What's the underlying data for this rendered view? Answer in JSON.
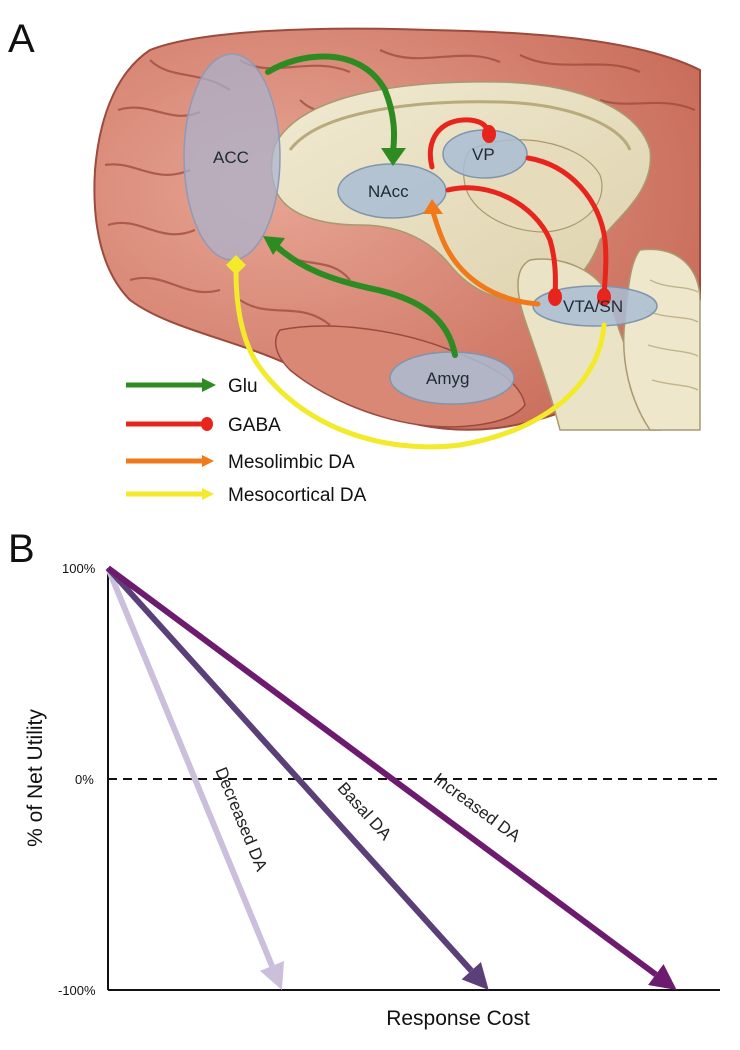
{
  "panel_a": {
    "label": "A",
    "regions": {
      "acc": "ACC",
      "nacc": "NAcc",
      "vp": "VP",
      "vta": "VTA/SN",
      "amyg": "Amyg"
    },
    "legend": [
      {
        "label": "Glu",
        "color": "#2e8b22",
        "head": "arrow"
      },
      {
        "label": "GABA",
        "color": "#e8251c",
        "head": "dot"
      },
      {
        "label": "Mesolimbic DA",
        "color": "#f07a1a",
        "head": "arrow"
      },
      {
        "label": "Mesocortical DA",
        "color": "#f2ea2a",
        "head": "arrow"
      }
    ]
  },
  "panel_b": {
    "label": "B",
    "chart_data": {
      "type": "line",
      "xlabel": "Response Cost",
      "ylabel": "% of Net Utility",
      "yticks": [
        "100%",
        "0%",
        "-100%"
      ],
      "ylim": [
        -100,
        100
      ],
      "reference_line": {
        "y": 0,
        "style": "dashed"
      },
      "series": [
        {
          "name": "Decreased DA",
          "color": "#cbbfdc",
          "x": [
            0,
            0.37
          ],
          "y": [
            100,
            -100
          ]
        },
        {
          "name": "Basal DA",
          "color": "#5a3f78",
          "x": [
            0,
            0.81
          ],
          "y": [
            100,
            -100
          ]
        },
        {
          "name": "Increased DA",
          "color": "#6c1b6e",
          "x": [
            0,
            1.21
          ],
          "y": [
            100,
            -100
          ]
        }
      ]
    }
  }
}
